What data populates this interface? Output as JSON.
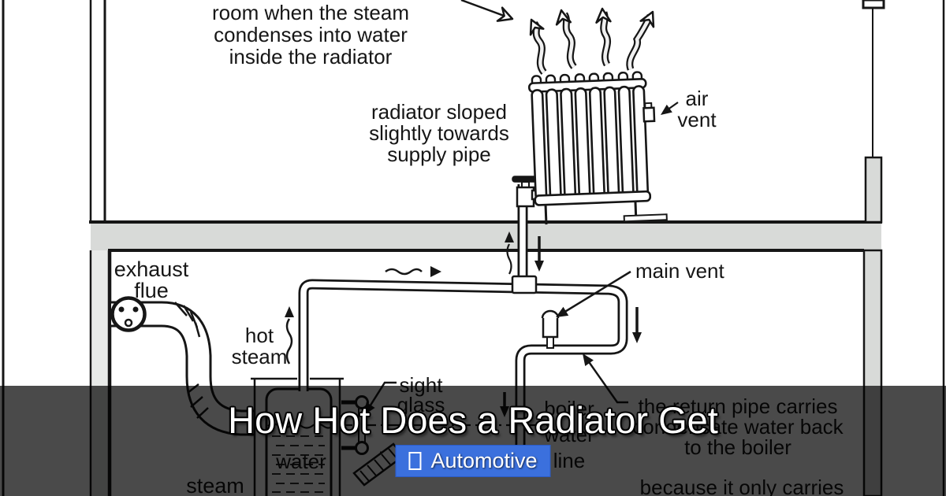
{
  "overlay": {
    "title": "How Hot Does a Radiator Get",
    "badge": {
      "icon": "box-glyph-icon",
      "label": "Automotive",
      "background": "#3b70dd"
    }
  },
  "diagram": {
    "colors": {
      "ink": "#161616",
      "wall_fill": "#d8dad8",
      "left_wall_fill": "#e8eae8",
      "background": "#ffffff",
      "overlay_tint": "rgba(0,0,0,0.71)"
    },
    "labels": {
      "room_caption": {
        "line1": "room when the steam",
        "line2": "condenses into water",
        "line3": "inside the radiator"
      },
      "radiator_sloped": {
        "line1": "radiator sloped",
        "line2": "slightly towards",
        "line3": "supply pipe"
      },
      "air_vent": {
        "line1": "air",
        "line2": "vent"
      },
      "exhaust_flue": {
        "line1": "exhaust",
        "line2": "flue"
      },
      "hot_steam": {
        "line1": "hot",
        "line2": "steam"
      },
      "main_vent": "main vent",
      "sight_glass": {
        "line1": "sight",
        "line2": "glass"
      },
      "boiler_water_line": {
        "line1": "boiler",
        "line2": "water",
        "line3": "line"
      },
      "return_caption": {
        "line1": "the return pipe carries",
        "line2": "condensate water back",
        "line3": "to the boiler"
      },
      "because_caption": "because it only carries",
      "water": "water",
      "steam": "steam"
    }
  }
}
